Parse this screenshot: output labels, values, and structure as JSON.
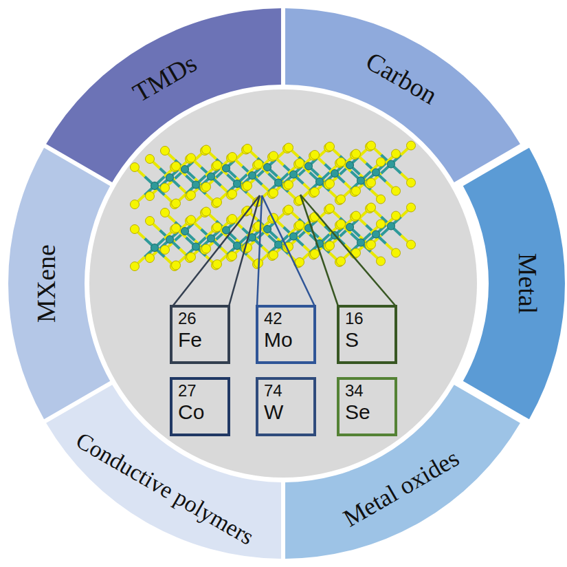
{
  "diagram": {
    "nodes": [
      {
        "text": [
          "TMDs"
        ]
      },
      {
        "text": [
          "Carbon"
        ]
      },
      {
        "text": [
          "Metal"
        ]
      },
      {
        "text": [
          "Metal oxides"
        ]
      },
      {
        "text": [
          "Conductive polymers"
        ]
      },
      {
        "text": [
          "MXene"
        ]
      },
      {
        "text": [
          "26",
          "Fe"
        ]
      },
      {
        "text": [
          "42",
          "Mo"
        ]
      },
      {
        "text": [
          "16",
          "S"
        ]
      },
      {
        "text": [
          "27",
          "Co"
        ]
      },
      {
        "text": [
          "74",
          "W"
        ]
      },
      {
        "text": [
          "34",
          "Se"
        ]
      }
    ]
  }
}
